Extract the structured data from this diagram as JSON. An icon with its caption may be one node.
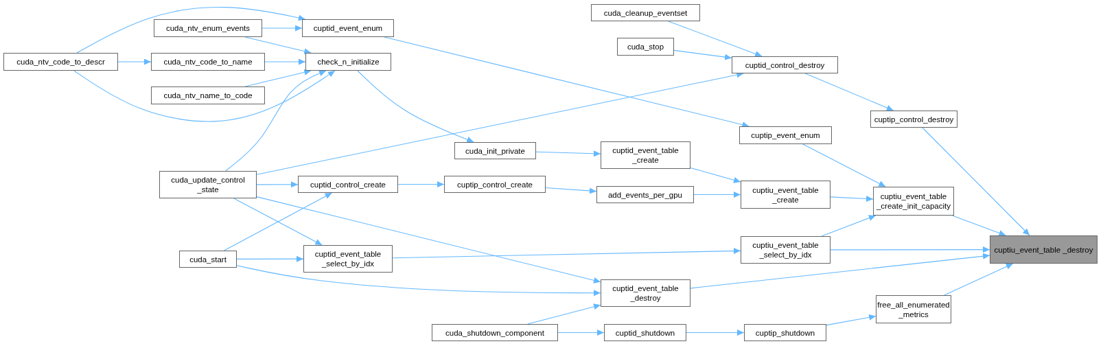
{
  "diagram": {
    "nodes": [
      {
        "text": [
          "cuptiu_event_table _destroy"
        ]
      },
      {
        "text": [
          "cuptip_control_destroy"
        ]
      },
      {
        "text": [
          "cuptiu_event_table _create_init_capacity"
        ]
      },
      {
        "text": [
          "free_all_enumerated _metrics"
        ]
      },
      {
        "text": [
          "cuptid_control_destroy"
        ]
      },
      {
        "text": [
          "cuptip_event_enum"
        ]
      },
      {
        "text": [
          "cuptiu_event_table _create"
        ]
      },
      {
        "text": [
          "cuptiu_event_table _select_by_idx"
        ]
      },
      {
        "text": [
          "cuptip_shutdown"
        ]
      },
      {
        "text": [
          "cuda_cleanup_eventset"
        ]
      },
      {
        "text": [
          "cuda_stop"
        ]
      },
      {
        "text": [
          "cuptid_event_table _create"
        ]
      },
      {
        "text": [
          "add_events_per_gpu"
        ]
      },
      {
        "text": [
          "cuptid_event_table _destroy"
        ]
      },
      {
        "text": [
          "cuptid_shutdown"
        ]
      },
      {
        "text": [
          "cuda_init_private"
        ]
      },
      {
        "text": [
          "cuptip_control_create"
        ]
      },
      {
        "text": [
          "cuda_shutdown_component"
        ]
      },
      {
        "text": [
          "cuptid_event_enum"
        ]
      },
      {
        "text": [
          "check_n_initialize"
        ]
      },
      {
        "text": [
          "cuptid_control_create"
        ]
      },
      {
        "text": [
          "cuptid_event_table _select_by_idx"
        ]
      },
      {
        "text": [
          "cuda_ntv_enum_events"
        ]
      },
      {
        "text": [
          "cuda_ntv_code_to_name"
        ]
      },
      {
        "text": [
          "cuda_ntv_name_to_code"
        ]
      },
      {
        "text": [
          "cuda_update_control _state"
        ]
      },
      {
        "text": [
          "cuda_start"
        ]
      },
      {
        "text": [
          "cuda_ntv_code_to_descr"
        ]
      }
    ],
    "edges": [
      {
        "from": 1,
        "to": 0,
        "arrow": "to"
      },
      {
        "from": 2,
        "to": 0,
        "arrow": "to"
      },
      {
        "from": 7,
        "to": 0,
        "arrow": "to"
      },
      {
        "from": 13,
        "to": 0,
        "arrow": "to"
      },
      {
        "from": 3,
        "to": 0,
        "arrow": "to"
      },
      {
        "from": 4,
        "to": 1,
        "arrow": "to"
      },
      {
        "from": 5,
        "to": 2,
        "arrow": "to"
      },
      {
        "from": 6,
        "to": 2,
        "arrow": "to"
      },
      {
        "from": 7,
        "to": 2,
        "arrow": "to"
      },
      {
        "from": 8,
        "to": 3,
        "arrow": "to"
      },
      {
        "from": 9,
        "to": 4,
        "arrow": "to"
      },
      {
        "from": 10,
        "to": 4,
        "arrow": "to"
      },
      {
        "from": 25,
        "to": 4,
        "arrow": "to"
      },
      {
        "from": 18,
        "to": 5,
        "arrow": "to"
      },
      {
        "from": 11,
        "to": 6,
        "arrow": "to"
      },
      {
        "from": 12,
        "to": 6,
        "arrow": "to"
      },
      {
        "from": 21,
        "to": 7,
        "arrow": "to"
      },
      {
        "from": 15,
        "to": 11,
        "arrow": "to"
      },
      {
        "from": 16,
        "to": 12,
        "arrow": "to"
      },
      {
        "from": 17,
        "to": 13,
        "arrow": "to"
      },
      {
        "from": 25,
        "to": 13,
        "arrow": "to"
      },
      {
        "from": 26,
        "to": 13,
        "arrow": "to"
      },
      {
        "from": 14,
        "to": 8,
        "arrow": "to"
      },
      {
        "from": 17,
        "to": 14,
        "arrow": "to"
      },
      {
        "from": 19,
        "to": 15,
        "arrow": "to"
      },
      {
        "from": 20,
        "to": 16,
        "arrow": "to"
      },
      {
        "from": 22,
        "to": 18,
        "arrow": "to"
      },
      {
        "from": 27,
        "to": 18,
        "arrow": "to"
      },
      {
        "from": 22,
        "to": 19,
        "arrow": "to"
      },
      {
        "from": 23,
        "to": 19,
        "arrow": "to"
      },
      {
        "from": 24,
        "to": 19,
        "arrow": "to"
      },
      {
        "from": 27,
        "to": 19,
        "arrow": "to"
      },
      {
        "from": 25,
        "to": 19,
        "arrow": "to"
      },
      {
        "from": 26,
        "to": 20,
        "arrow": "to"
      },
      {
        "from": 25,
        "to": 20,
        "arrow": "to"
      },
      {
        "from": 25,
        "to": 21,
        "arrow": "to"
      },
      {
        "from": 26,
        "to": 21,
        "arrow": "to"
      },
      {
        "from": 27,
        "to": 23,
        "arrow": "to"
      }
    ]
  }
}
